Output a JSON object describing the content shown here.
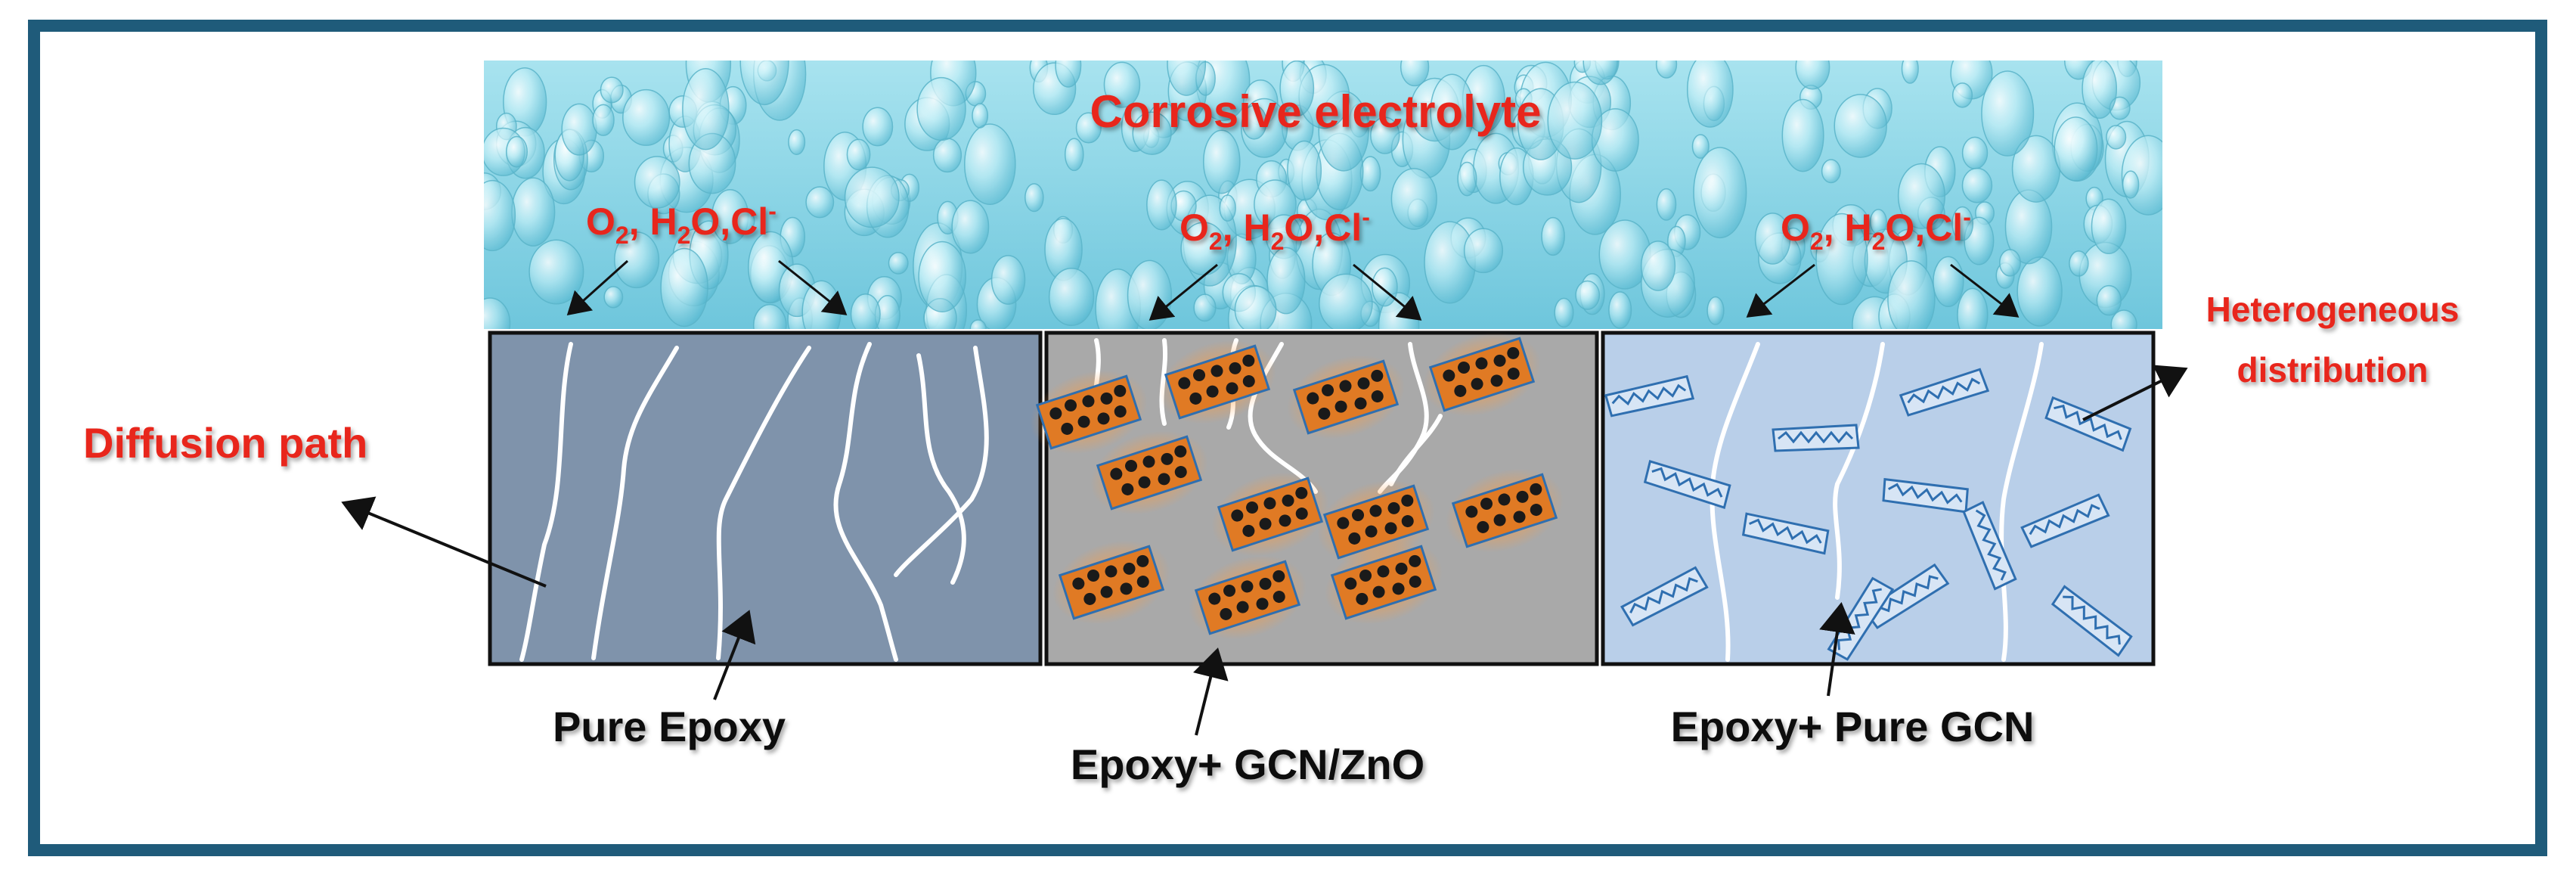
{
  "electrolyte": {
    "title": "Corrosive electrolyte",
    "species": [
      {
        "o": "O",
        "o_sub": "2",
        "sep1": ", H",
        "h_sub": "2",
        "tail": "O,Cl",
        "sup": "-"
      },
      {
        "o": "O",
        "o_sub": "2",
        "sep1": ", H",
        "h_sub": "2",
        "tail": "O,Cl",
        "sup": "-"
      },
      {
        "o": "O",
        "o_sub": "2",
        "sep1": ", H",
        "h_sub": "2",
        "tail": "O,Cl",
        "sup": "-"
      }
    ]
  },
  "panels": [
    {
      "label": "Pure Epoxy",
      "fill": "#7f93ab"
    },
    {
      "label": "Epoxy+ GCN/ZnO",
      "fill": "#a9a9a9"
    },
    {
      "label": "Epoxy+ Pure GCN",
      "fill": "#b9cfe9"
    }
  ],
  "annotations": {
    "diffusion": "Diffusion path",
    "hetero_line1": "Heterogeneous",
    "hetero_line2": "distribution"
  },
  "colors": {
    "frame": "#1f5b7a",
    "red_text": "#e8271c",
    "water": "#8fd6e6",
    "particle": "#e07a24",
    "sheet": "#2f6fb0"
  }
}
